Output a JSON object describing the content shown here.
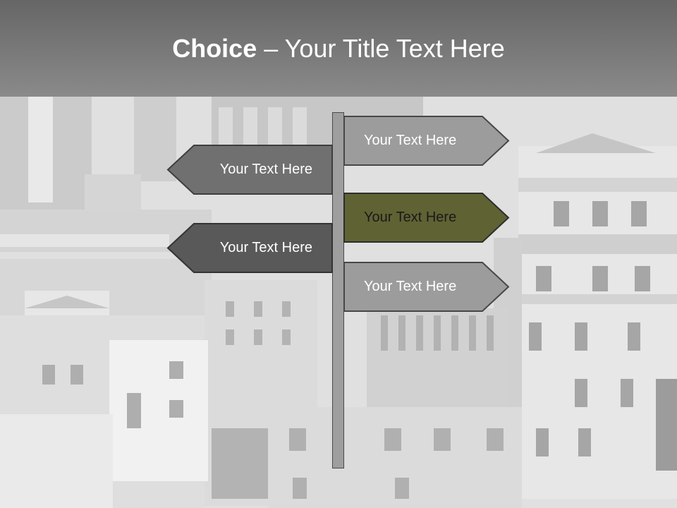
{
  "title": {
    "bold": "Choice",
    "rest": " – Your Title Text Here"
  },
  "colors": {
    "title_bar": "#777777",
    "pole": "#9e9e9e",
    "sign_light": "#9c9c9c",
    "sign_mid": "#707070",
    "sign_dark": "#595959",
    "sign_accent": "#5f6233",
    "sign_border": "#404040"
  },
  "signs": [
    {
      "text": "Your Text Here",
      "direction": "right",
      "style": "light"
    },
    {
      "text": "Your Text Here",
      "direction": "left",
      "style": "mid"
    },
    {
      "text": "Your Text Here",
      "direction": "right",
      "style": "accent"
    },
    {
      "text": "Your Text Here",
      "direction": "left",
      "style": "dark"
    },
    {
      "text": "Your Text Here",
      "direction": "right",
      "style": "light"
    }
  ]
}
